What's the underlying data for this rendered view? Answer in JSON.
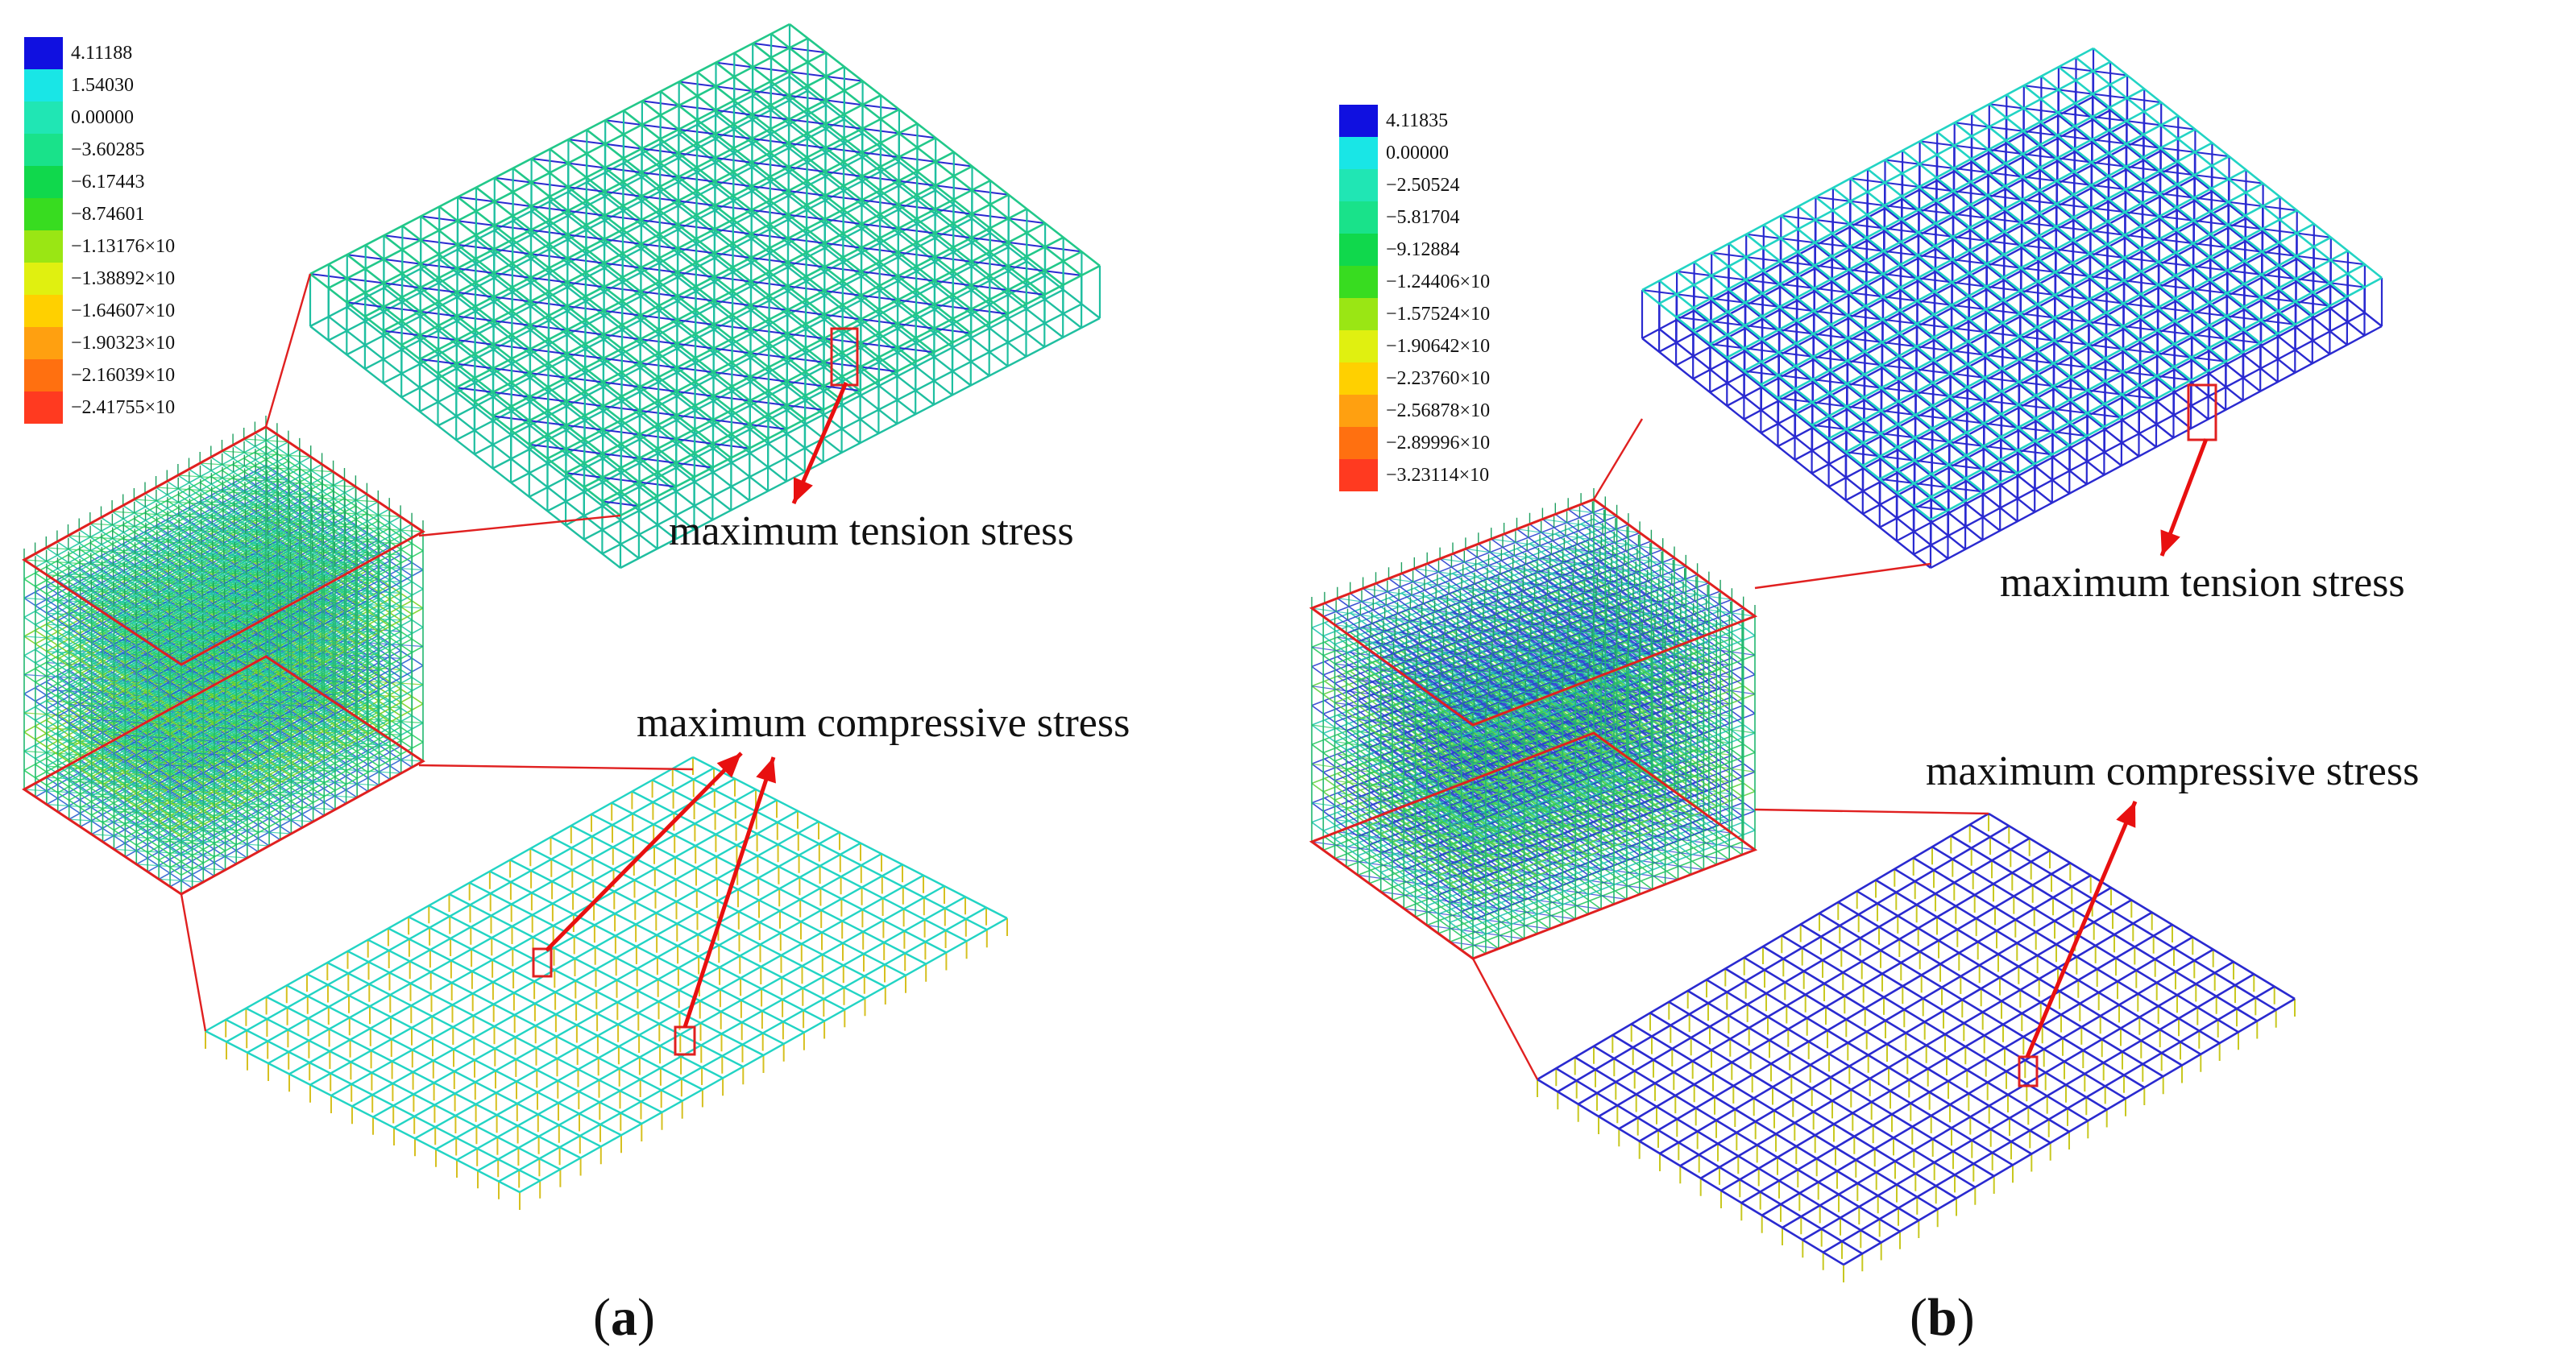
{
  "panels": [
    {
      "id": "a",
      "caption_open": "(",
      "caption_letter": "a",
      "caption_close": ")",
      "legend": [
        {
          "label": "4.11188",
          "color": "#1010e0"
        },
        {
          "label": "1.54030",
          "color": "#19e6e6"
        },
        {
          "label": "0.00000",
          "color": "#20e6b4"
        },
        {
          "label": "−3.60285",
          "color": "#19e28a"
        },
        {
          "label": "−6.17443",
          "color": "#10d84c"
        },
        {
          "label": "−8.74601",
          "color": "#38dc20"
        },
        {
          "label": "−1.13176×10",
          "color": "#9ae614"
        },
        {
          "label": "−1.38892×10",
          "color": "#e0f010"
        },
        {
          "label": "−1.64607×10",
          "color": "#ffd000"
        },
        {
          "label": "−1.90323×10",
          "color": "#ffa010"
        },
        {
          "label": "−2.16039×10",
          "color": "#ff7010"
        },
        {
          "label": "−2.41755×10",
          "color": "#ff3a20"
        }
      ],
      "tension_label": "maximum tension stress",
      "compressive_label": "maximum compressive stress"
    },
    {
      "id": "b",
      "caption_open": "(",
      "caption_letter": "b",
      "caption_close": ")",
      "legend": [
        {
          "label": "4.11835",
          "color": "#1010e0"
        },
        {
          "label": "0.00000",
          "color": "#19e6e6"
        },
        {
          "label": "−2.50524",
          "color": "#20e6b4"
        },
        {
          "label": "−5.81704",
          "color": "#19e28a"
        },
        {
          "label": "−9.12884",
          "color": "#10d84c"
        },
        {
          "label": "−1.24406×10",
          "color": "#38dc20"
        },
        {
          "label": "−1.57524×10",
          "color": "#9ae614"
        },
        {
          "label": "−1.90642×10",
          "color": "#e0f010"
        },
        {
          "label": "−2.23760×10",
          "color": "#ffd000"
        },
        {
          "label": "−2.56878×10",
          "color": "#ffa010"
        },
        {
          "label": "−2.89996×10",
          "color": "#ff7010"
        },
        {
          "label": "−3.23114×10",
          "color": "#ff3a20"
        }
      ],
      "tension_label": "maximum tension stress",
      "compressive_label": "maximum compressive stress"
    }
  ],
  "colors": {
    "frame_green": "#22c88a",
    "frame_blue": "#2a2ad0",
    "frame_cyan": "#22d4c4",
    "highlight_red": "#e02020",
    "arrow_red": "#e81010"
  }
}
